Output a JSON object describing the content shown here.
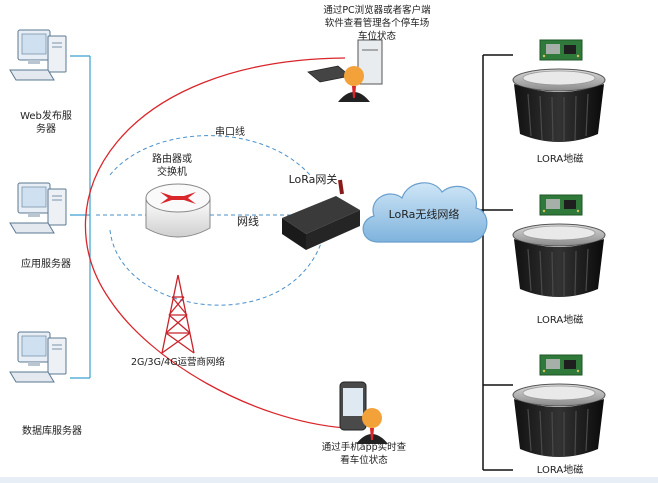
{
  "servers": [
    {
      "label": "Web发布服\n务器",
      "icon": "desktop-computer-icon"
    },
    {
      "label": "应用服务器",
      "icon": "desktop-computer-icon"
    },
    {
      "label": "数据库服务器",
      "icon": "desktop-computer-icon"
    }
  ],
  "router": {
    "label": "路由器或\n交换机",
    "icon": "router-icon"
  },
  "tower": {
    "label": "2G/3G/4G运营商网络",
    "icon": "cell-tower-icon"
  },
  "gateway": {
    "label": "LoRa网关",
    "icon": "lora-gateway-icon"
  },
  "cloud": {
    "label": "LoRa无线网络",
    "icon": "cloud-icon"
  },
  "links": {
    "serial": "串口线",
    "network": "网线"
  },
  "pc_user": {
    "label": "通过PC浏览器或者客户端\n软件查看管理各个停车场\n车位状态",
    "icon": "pc-user-icon"
  },
  "mobile_user": {
    "label": "通过手机app实时查\n看车位状态",
    "icon": "mobile-user-icon"
  },
  "sensors": [
    {
      "label": "LORA地磁",
      "icon": "geomagnetic-sensor-icon"
    },
    {
      "label": "LORA地磁",
      "icon": "geomagnetic-sensor-icon"
    },
    {
      "label": "LORA地磁",
      "icon": "geomagnetic-sensor-icon"
    }
  ],
  "colors": {
    "red_line": "#d9262b",
    "blue_line": "#3aa0d0",
    "dashed_line": "#4a8fc8",
    "cloud": "#9fc7e8"
  }
}
